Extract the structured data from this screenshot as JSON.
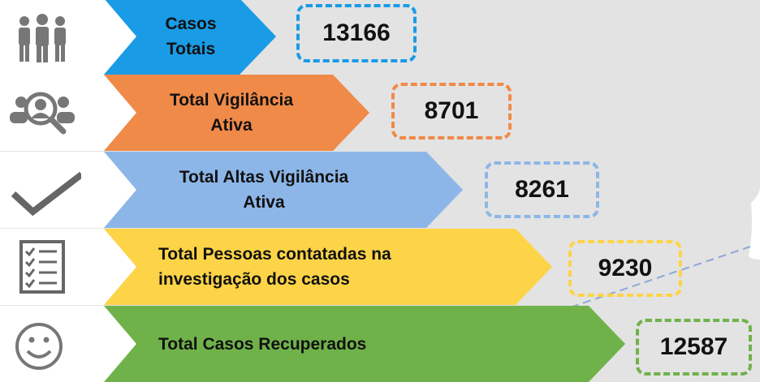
{
  "rows": [
    {
      "label1": "Casos",
      "label2": "Totais",
      "value": "13166",
      "color": "#1a9be6",
      "icon": "people-icon"
    },
    {
      "label1": "Total Vigilância",
      "label2": "Ativa",
      "value": "8701",
      "color": "#f08a48",
      "icon": "search-people-icon"
    },
    {
      "label1": "Total Altas Vigilância",
      "label2": "Ativa",
      "value": "8261",
      "color": "#8db6e8",
      "icon": "checkmark-icon"
    },
    {
      "label1": "Total Pessoas contatadas na",
      "label2": "investigação dos casos",
      "value": "9230",
      "color": "#fdd448",
      "icon": "checklist-icon"
    },
    {
      "label1": "Total Casos Recuperados",
      "value": "12587",
      "color": "#70b24a",
      "icon": "smiley-icon"
    }
  ]
}
